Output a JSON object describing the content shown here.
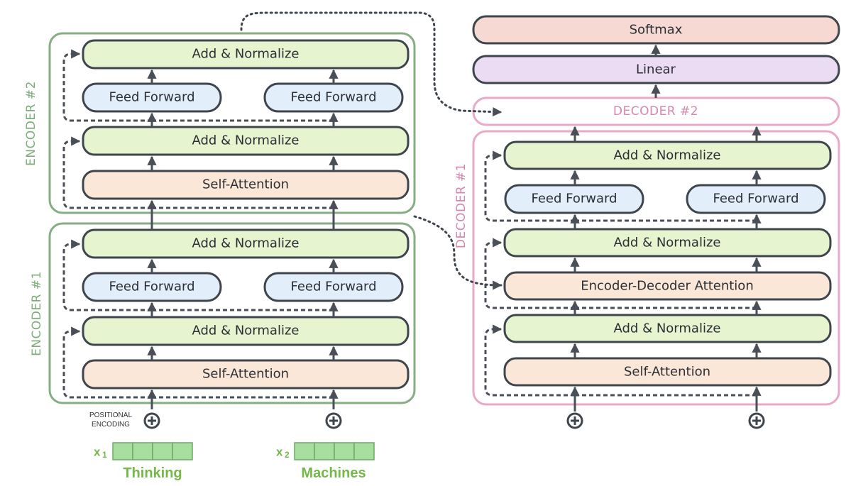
{
  "encoder2": {
    "label": "ENCODER #2",
    "add_norm_top": "Add & Normalize",
    "feed_forward_1": "Feed Forward",
    "feed_forward_2": "Feed Forward",
    "add_norm_bottom": "Add & Normalize",
    "self_attention": "Self-Attention"
  },
  "encoder1": {
    "label": "ENCODER #1",
    "add_norm_top": "Add & Normalize",
    "feed_forward_1": "Feed Forward",
    "feed_forward_2": "Feed Forward",
    "add_norm_bottom": "Add & Normalize",
    "self_attention": "Self-Attention"
  },
  "decoder": {
    "softmax": "Softmax",
    "linear": "Linear",
    "decoder2_label": "DECODER #2",
    "decoder1_label": "DECODER #1",
    "add_norm_top": "Add & Normalize",
    "feed_forward_1": "Feed Forward",
    "feed_forward_2": "Feed Forward",
    "add_norm_mid": "Add & Normalize",
    "enc_dec_attention": "Encoder-Decoder Attention",
    "add_norm_bottom": "Add & Normalize",
    "self_attention": "Self-Attention"
  },
  "inputs": {
    "positional_line1": "POSITIONAL",
    "positional_line2": "ENCODING",
    "x1_symbol": "x",
    "x1_sub": "1",
    "x1_word": "Thinking",
    "x2_symbol": "x",
    "x2_sub": "2",
    "x2_word": "Machines"
  },
  "colors": {
    "encoder_border": "#86ad84",
    "decoder_border": "#e9a9c8",
    "add_norm_fill": "#e6f5cf",
    "feed_forward_fill": "#e3eefb",
    "attention_fill": "#fbe7d7",
    "softmax_fill": "#f7d9d4",
    "linear_fill": "#ebdcf3",
    "embedding_fill": "#a8dfa0",
    "text_green": "#74b84a"
  }
}
